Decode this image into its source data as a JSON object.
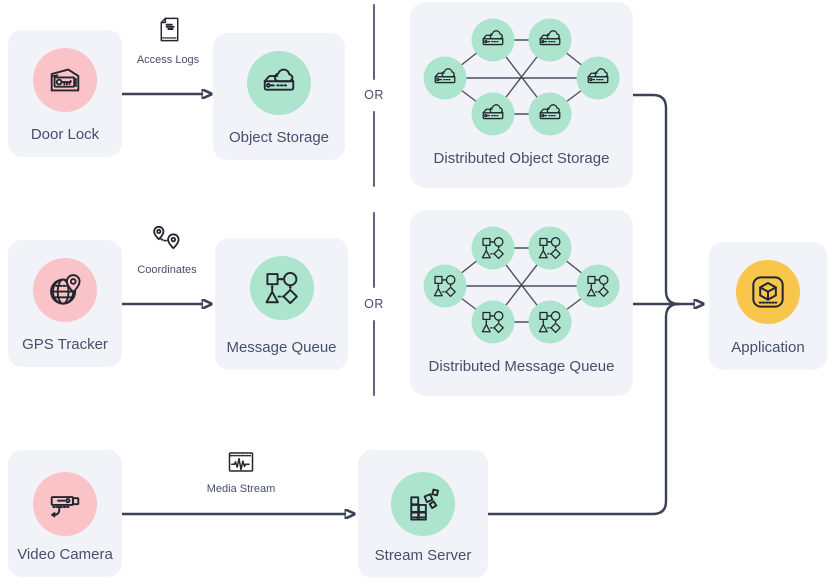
{
  "colors": {
    "card_bg": "#f1f3f8",
    "pink": "#f9c3c7",
    "green": "#ace4cd",
    "yellow": "#f7c64a",
    "line": "#3b4157",
    "divider": "#5d6378",
    "text": "#464f6b",
    "ink": "#23262f",
    "canvas_bg": "#ffffff"
  },
  "nodes": {
    "door_lock": {
      "label": "Door Lock",
      "icon": "door-lock-icon"
    },
    "object_storage": {
      "label": "Object Storage",
      "icon": "object-storage-icon"
    },
    "distributed_object_storage": {
      "label": "Distributed Object Storage",
      "icon": "object-storage-icon",
      "node_count": 6
    },
    "gps_tracker": {
      "label": "GPS Tracker",
      "icon": "globe-pin-icon"
    },
    "message_queue": {
      "label": "Message Queue",
      "icon": "message-queue-icon"
    },
    "distributed_message_queue": {
      "label": "Distributed Message Queue",
      "icon": "message-queue-icon",
      "node_count": 6
    },
    "video_camera": {
      "label": "Video Camera",
      "icon": "video-camera-icon"
    },
    "stream_server": {
      "label": "Stream Server",
      "icon": "stream-server-icon"
    },
    "application": {
      "label": "Application",
      "icon": "application-cube-icon"
    }
  },
  "edges": {
    "access_logs": {
      "label": "Access Logs",
      "icon": "document-icon",
      "from": "door_lock",
      "to": "object_storage"
    },
    "coordinates": {
      "label": "Coordinates",
      "icon": "map-pins-icon",
      "from": "gps_tracker",
      "to": "message_queue"
    },
    "media_stream": {
      "label": "Media Stream",
      "icon": "waveform-icon",
      "from": "video_camera",
      "to": "stream_server"
    }
  },
  "separators": {
    "or_top": "OR",
    "or_middle": "OR"
  }
}
